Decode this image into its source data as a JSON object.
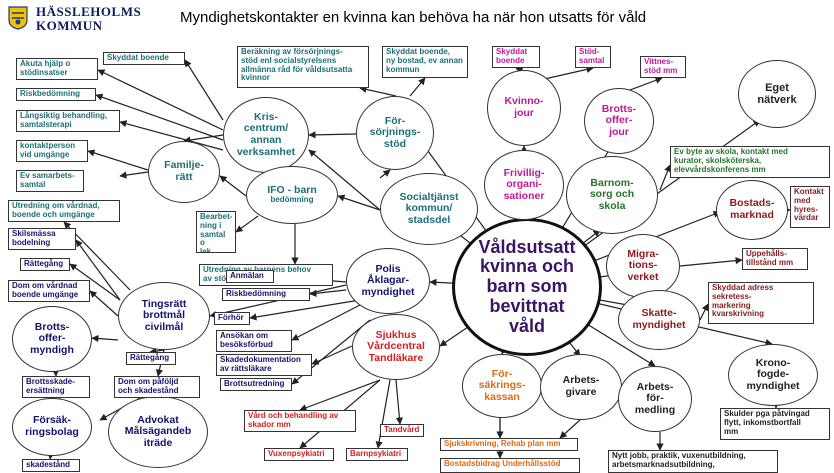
{
  "header": {
    "org_name": "HÄSSLEHOLMS\nKOMMUN",
    "title": "Myndighetskontakter en kvinna kan behöva ha när hon utsatts för våld"
  },
  "colors": {
    "teal": "#1b6f78",
    "navy": "#13136e",
    "red": "#d42020",
    "purple_center": "#3b1565",
    "magenta": "#c0189a",
    "green": "#247528",
    "maroon": "#8b1a1a",
    "orange": "#e06a10",
    "dark": "#222222"
  },
  "nodes": {
    "center": "Våldsutsatt\nkvinna och\nbarn som\nbevittnat\nvåld",
    "kriscentrum": "Kris-\ncentrum/\nannan\nverksamhet",
    "forsorjningsstod": "För-\nsörjnings-\nstöd",
    "kvinnojour": "Kvinno-\njour",
    "brottsofferjour": "Brotts-\noffer-\njour",
    "eget_natverk": "Eget\nnätverk",
    "familjeratt": "Familje-\nrätt",
    "ifo_barn": "IFO - barn",
    "ifo_barn_sub": "bedömning",
    "socialtjanst": "Socialtjänst\nkommun/\nstadsdel",
    "frivilligorg": "Frivillig-\norgani-\nsationer",
    "barnomsorg": "Barnom-\nsorg och\nskola",
    "bostadsmarknad": "Bostads-\nmarknad",
    "migrationsverket": "Migra-\ntions-\nverket",
    "skattemyndighet": "Skatte-\nmyndighet",
    "kronofogde": "Krono-\nfogde-\nmyndighet",
    "polis": "Polis\nÅklagar-\nmyndighet",
    "tingsratt": "Tingsrätt\nbrottmål\ncivilmål",
    "brottsoffermyndigh": "Brotts-\noffer-\nmyndigh",
    "forsakringsbolag": "Försäk-\nringsbolag",
    "advokat": "Advokat\nMålsägandeb\niträde",
    "sjukhus": "Sjukhus\nVårdcentral\nTandläkare",
    "forsakringskassan": "För-\nsäkrings-\nkassan",
    "arbetsgivare": "Arbets-\ngivare",
    "arbetsformedling": "Arbets-\nför-\nmedling"
  },
  "boxes": {
    "skyddat_boende": "Skyddat boende",
    "akuta_hjalp": "Akuta hjälp o\nstödinsatser",
    "riskbedomning_left": "Riskbedömning",
    "langsiktig": "Långsiktig behandling,\nsamtalsterapi",
    "kontaktperson": "kontaktperson\nvid umgänge",
    "ev_samarbetssamtal": "Ev samarbets-\nsamtal",
    "utredning_vardnad": "Utredning om vårdnad,\nboende och umgänge",
    "skilsmassa": "Skilsmässa\nbodelning",
    "rattegang1": "Rättegång",
    "dom_vardnad": "Dom om vårdnad\nboende umgänge",
    "berakning": "Beräkning av försörjnings-\nstöd enl socialstyrelsens\nallmänna råd för våldsutsatta\nkvinnor",
    "skyddat_boende_ny": "Skyddat boende,\nny bostad, ev annan\nkommun",
    "bearbetning": "Bearbet-\nning i\nsamtal o\nlek",
    "utredning_barn": "Utredning av barnens behov\nav stöd och hjälp",
    "skyddat_boende_mag": "Skyddat\nboende",
    "stodsamtal": "Stöd-\nsamtal",
    "vittnesstod": "Vittnes-\nstöd mm",
    "ev_byte": "Ev byte av skola, kontakt med\nkurator, skolsköterska,\nelevvårdskonferens mm",
    "kontakt_hyresvardar": "Kontakt\nmed\nhyres-\nvärdar",
    "uppehallstillstand": "Uppehålls-\ntillstånd mm",
    "skyddad_adress": "Skyddad adress\nsekretess-\nmarkering\nkvarskrivning",
    "skulder": "Skulder pga påtvingad\nflytt, inkomstbortfall\nmm",
    "anmalan": "Anmälan",
    "riskbedomning_polis": "Riskbedömning",
    "forhor": "Förhör",
    "ansokan_besoksforbud": "Ansökan om\nbesöksförbud",
    "skadedokumentation": "Skadedokumentation\nav rättsläkare",
    "brottsutredning": "Brottsutredning",
    "rattegang2": "Rättegång",
    "dom_pafoljd": "Dom om påföljd\noch skadestånd",
    "brottsskadeersattning": "Brottsskade-\nersättning",
    "skadestand": "skadestånd",
    "vard_behandling": "Vård och behandling av\nskador mm",
    "tandvard": "Tandvård",
    "vuxenpsykiatri": "Vuxenpsykiatri",
    "barnpsykiatri": "Barnpsykiatri",
    "sjukskrivning": "Sjukskrivning, Rehab plan mm",
    "bostadsbidrag": "Bostadsbidrag Underhållsstöd",
    "nytt_jobb": "Nytt jobb, praktik, vuxenutbildning,\narbetsmarknadsutbildning,"
  }
}
